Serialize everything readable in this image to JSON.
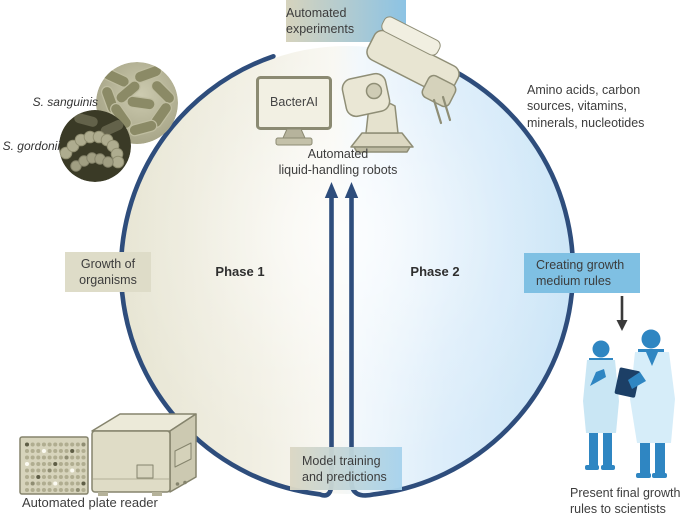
{
  "diagram": {
    "automated_experiments": "Automated experiments",
    "bacterai": "BacterAI",
    "liquid_handling_robots": "Automated\nliquid-handling robots",
    "nutrients": "Amino acids, carbon\nsources, vitamins,\nminerals, nucleotides",
    "species_top": "S. sanguinis",
    "species_bottom": "S. gordonii",
    "growth_of_organisms": "Growth of organisms",
    "phase_1": "Phase 1",
    "phase_2": "Phase 2",
    "creating_growth_medium_rules": "Creating growth medium rules",
    "model_training_and_predictions": "Model training and predictions",
    "automated_plate_reader": "Automated plate reader",
    "present_final_growth_rules": "Present final growth\nrules to scientists"
  },
  "illustrations": [
    "robot-arm",
    "bacterai-monitor",
    "bacteria-micrograph-s-sanguinis",
    "bacteria-micrograph-s-gordonii",
    "automated-plate-reader",
    "microplate",
    "two-scientists"
  ],
  "colors": {
    "cycle_outline_navy": "#2e4d7c",
    "phase1_beige_fill": "#e8e6d4",
    "phase2_blue_fill": "#cbe6f7",
    "beige_label_box": "#dedcc8",
    "blue_label_box": "#7fc0e3",
    "label_text": "#3d3d3d",
    "scientist_blue": "#2f86c2",
    "scientist_coat_blue": "#d6edf9"
  }
}
